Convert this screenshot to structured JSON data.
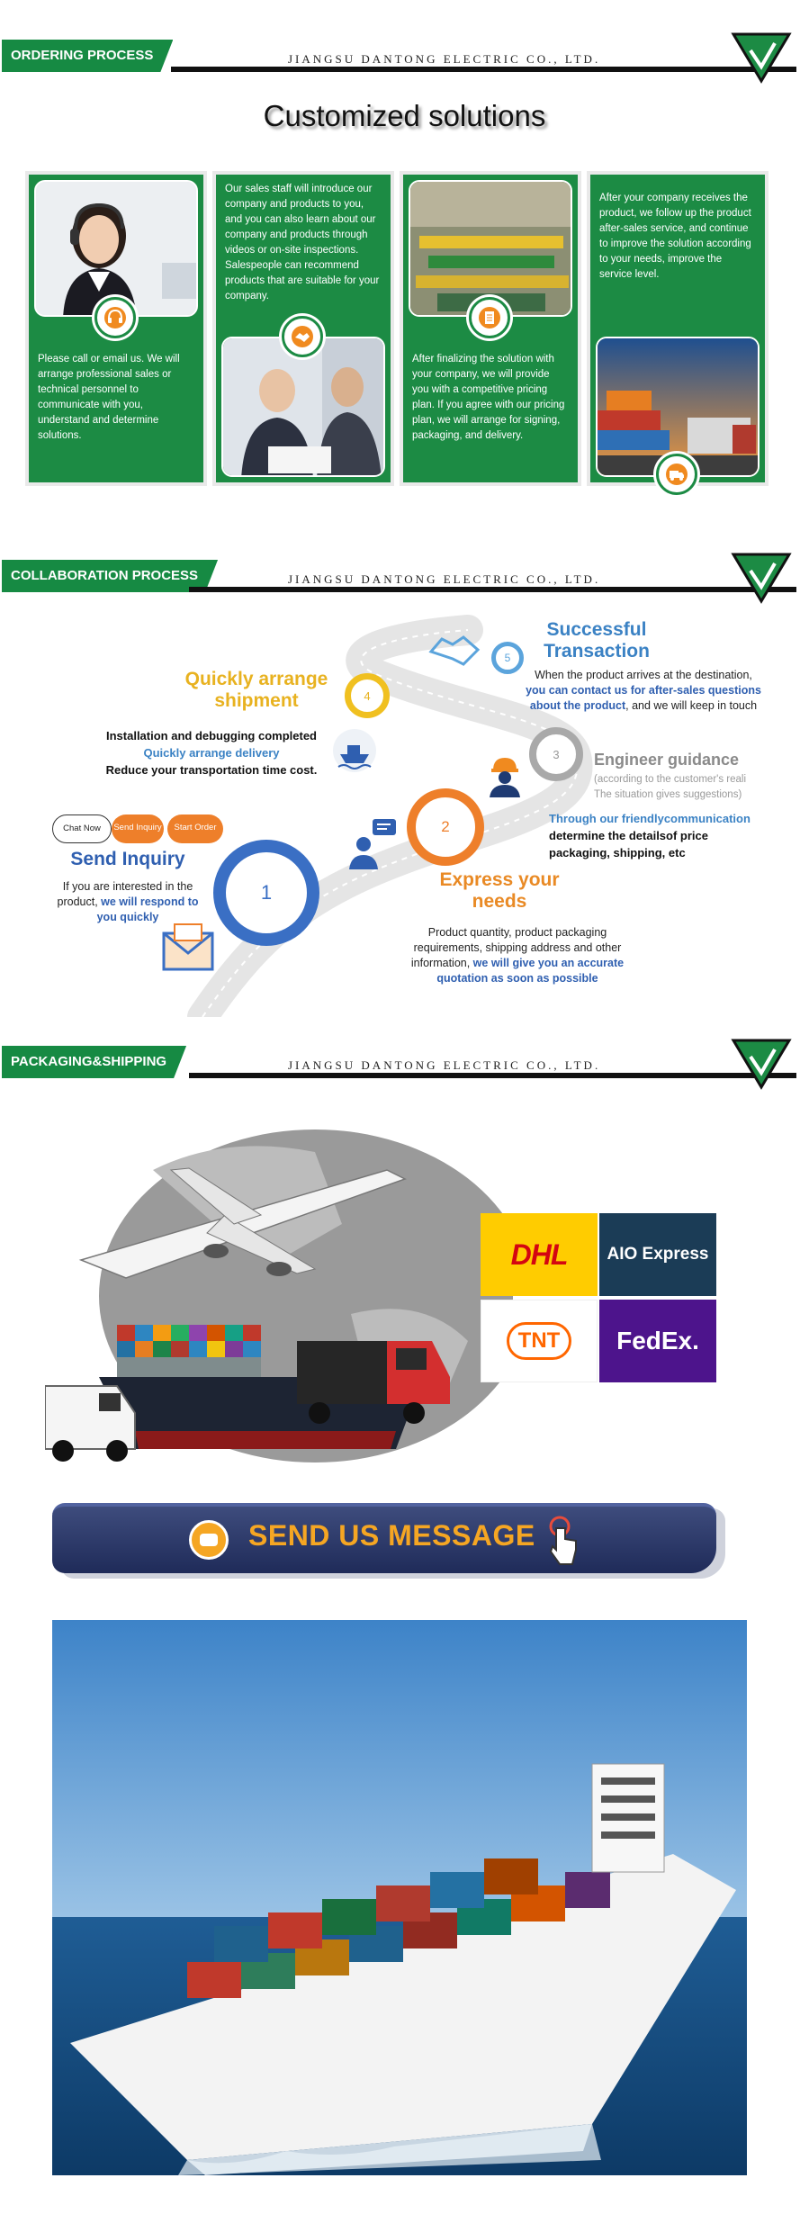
{
  "company": "JIANGSU DANTONG ELECTRIC CO., LTD.",
  "ordering": {
    "tag": "ORDERING PROCESS",
    "title": "Customized solutions",
    "cards": [
      {
        "text": "Please call or email us. We will arrange professional sales or technical personnel to communicate with you, understand and determine solutions.",
        "icon": "headset-icon"
      },
      {
        "text": "Our sales staff will introduce our company and products to you, and you can also learn about our company and products through videos or on-site inspections. Salespeople can recommend products that are suitable for your company.",
        "icon": "handshake-icon"
      },
      {
        "text": "After finalizing the solution with your company, we will provide you with a competitive pricing plan. If you agree with our pricing plan, we will arrange for signing, packaging, and delivery.",
        "icon": "document-icon"
      },
      {
        "text": "After your company receives the product, we follow up the product after-sales service, and continue to improve the solution according to your needs, improve the service level.",
        "icon": "truck-icon"
      }
    ]
  },
  "collaboration": {
    "tag": "COLLABORATION PROCESS",
    "step5": {
      "num": "5",
      "title": "Successful Transaction",
      "text_a": "When the product arrives at the destination,",
      "text_b": "you can contact us for after-sales questions about the product",
      "text_c": ", and we will keep in touch"
    },
    "step4": {
      "num": "4",
      "title": "Quickly arrange shipment",
      "line1": "Installation and debugging completed",
      "line2": "Quickly arrange delivery",
      "line3": "Reduce your transportation time cost."
    },
    "step3": {
      "num": "3",
      "title": "Engineer guidance",
      "note1": "(according to the customer's reali",
      "note2": "The situation gives suggestions)",
      "line1": "Through our friendlycommunication",
      "line2": "determine the detailsof price",
      "line3": "packaging, shipping, etc"
    },
    "step2": {
      "num": "2",
      "title": "Express your needs",
      "text_a": "Product quantity, product packaging requirements, shipping address and other information,",
      "text_b": " we will give you an accurate quotation as soon as possible"
    },
    "step1": {
      "num": "1",
      "title": "Send Inquiry",
      "text_a": "If you are interested in the product,",
      "text_b": " we will respond to you quickly"
    },
    "buttons": [
      "Chat Now",
      "Send Inquiry",
      "Start Order"
    ]
  },
  "packaging": {
    "tag": "PACKAGING&SHIPPING",
    "logos": [
      "DHL",
      "AIO Express",
      "TNT",
      "FedEx."
    ],
    "colors": {
      "dhl": "#ffcc00",
      "aio": "#1b3c56",
      "fedex_bg": "#4d148c",
      "fedex_ex": "#ff6600"
    }
  },
  "message_button": "SEND US MESSAGE",
  "colors": {
    "brand_green": "#168a43",
    "accent_orange": "#e98a25",
    "text_blue": "#2f5fb0"
  }
}
